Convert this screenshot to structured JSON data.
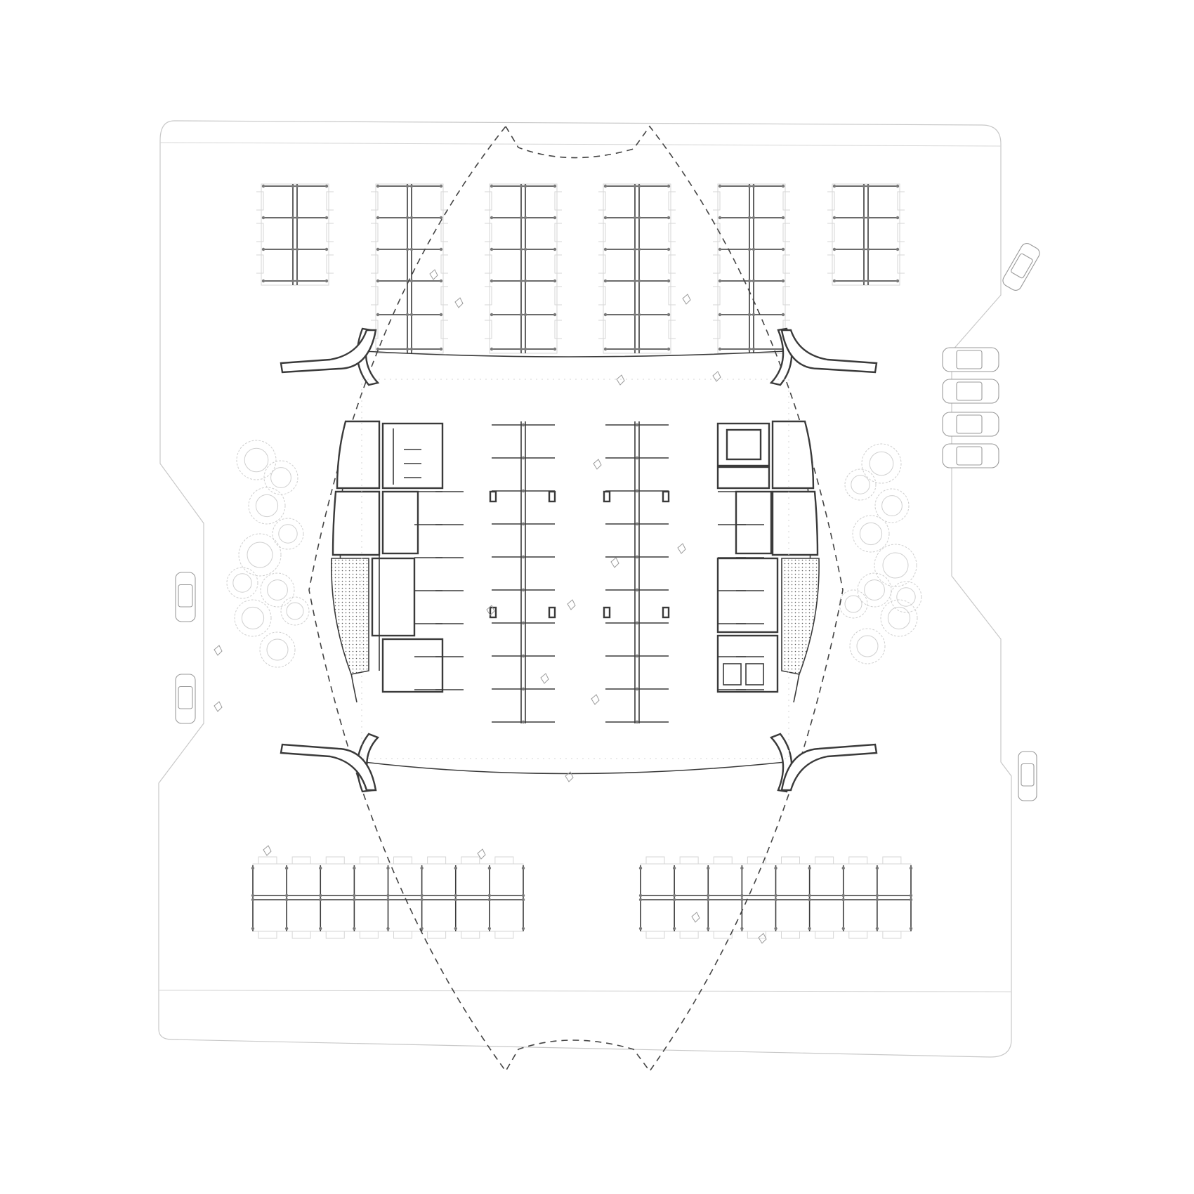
{
  "colors": {
    "background": "#ffffff",
    "site_outline": "#c8c8c8",
    "building_walls": "#3a3a3a",
    "roof_outline_dashed": "#444444",
    "trees": "#cfcfcf",
    "columns": "#7a7a7a"
  },
  "plan": {
    "north_parking_modules": 6,
    "south_parking_modules": 2,
    "interior_parking_rows": 2,
    "cars_right_street": 6,
    "cars_left_street": 2,
    "tree_groups": 2
  },
  "icons": [
    "tree-icon",
    "car-icon",
    "column-icon",
    "person-icon"
  ]
}
